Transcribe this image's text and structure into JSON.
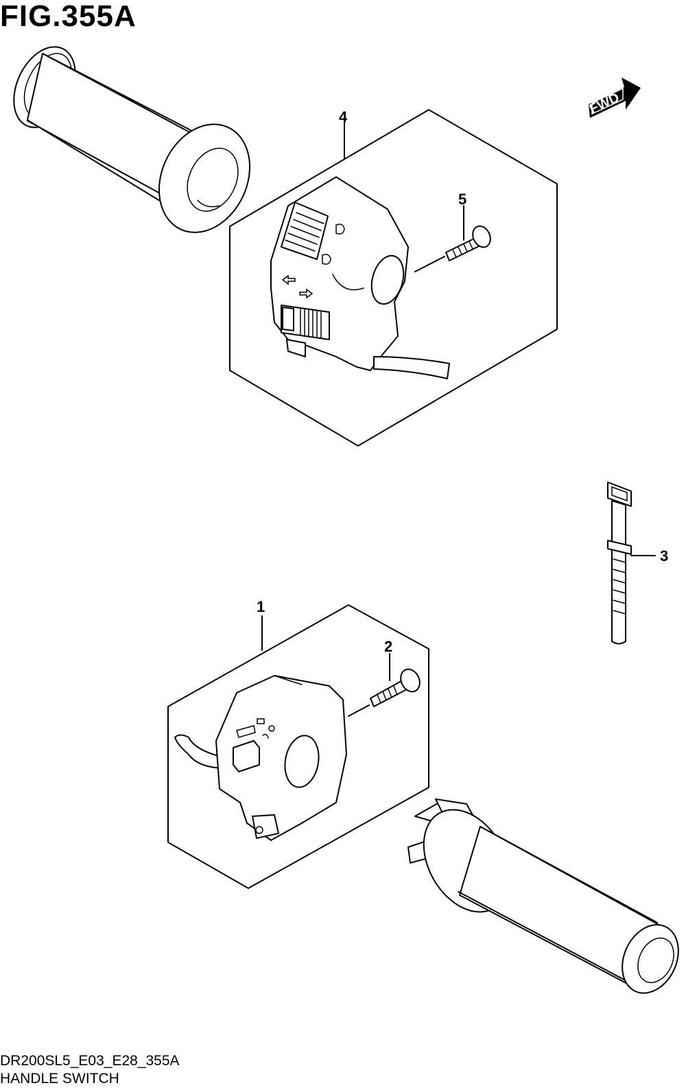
{
  "figure": {
    "title": "FIG.355A",
    "code": "DR200SL5_E03_E28_355A",
    "name": "HANDLE SWITCH"
  },
  "callouts": {
    "c1": "1",
    "c2": "2",
    "c3": "3",
    "c4": "4",
    "c5": "5"
  },
  "fwd_label": "FWD"
}
